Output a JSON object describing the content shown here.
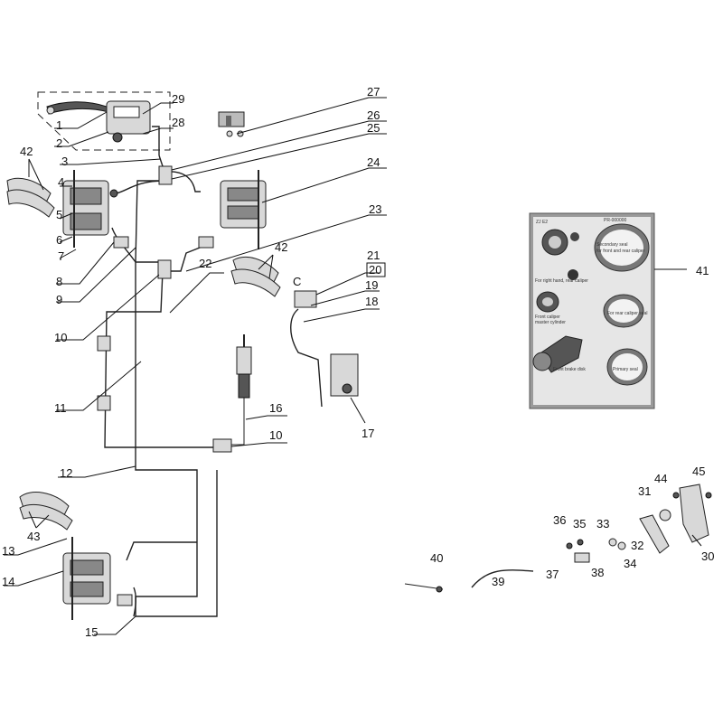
{
  "labels": {
    "l1": "1",
    "l2": "2",
    "l3": "3",
    "l4": "4",
    "l5": "5",
    "l6": "6",
    "l7": "7",
    "l8": "8",
    "l9": "9",
    "l10a": "10",
    "l10b": "10",
    "l11": "11",
    "l12": "12",
    "l13": "13",
    "l14": "14",
    "l15": "15",
    "l16": "16",
    "l17": "17",
    "l18": "18",
    "l19": "19",
    "l20": "20",
    "l21": "21",
    "l22": "22",
    "l23": "23",
    "l24": "24",
    "l25": "25",
    "l26": "26",
    "l27": "27",
    "l28": "28",
    "l29": "29",
    "l30": "30",
    "l31": "31",
    "l32": "32",
    "l33": "33",
    "l34": "34",
    "l35": "35",
    "l36": "36",
    "l37": "37",
    "l38": "38",
    "l39": "39",
    "l40": "40",
    "l41": "41",
    "l42a": "42",
    "l42b": "42",
    "l43": "43",
    "l44": "44",
    "l45": "45",
    "lC": "C"
  },
  "photo": {
    "header_left": "ZJ E2",
    "header_right": "PR-000000",
    "t1": "Secondary seal",
    "t2": "for front and rear caliper",
    "t3": "For right hand, rear caliper",
    "t4": "Front caliper",
    "t5": "master cylinder",
    "t6": "For rear caliper seal",
    "t7": "Front brake disk",
    "t8": "Primary seal"
  }
}
